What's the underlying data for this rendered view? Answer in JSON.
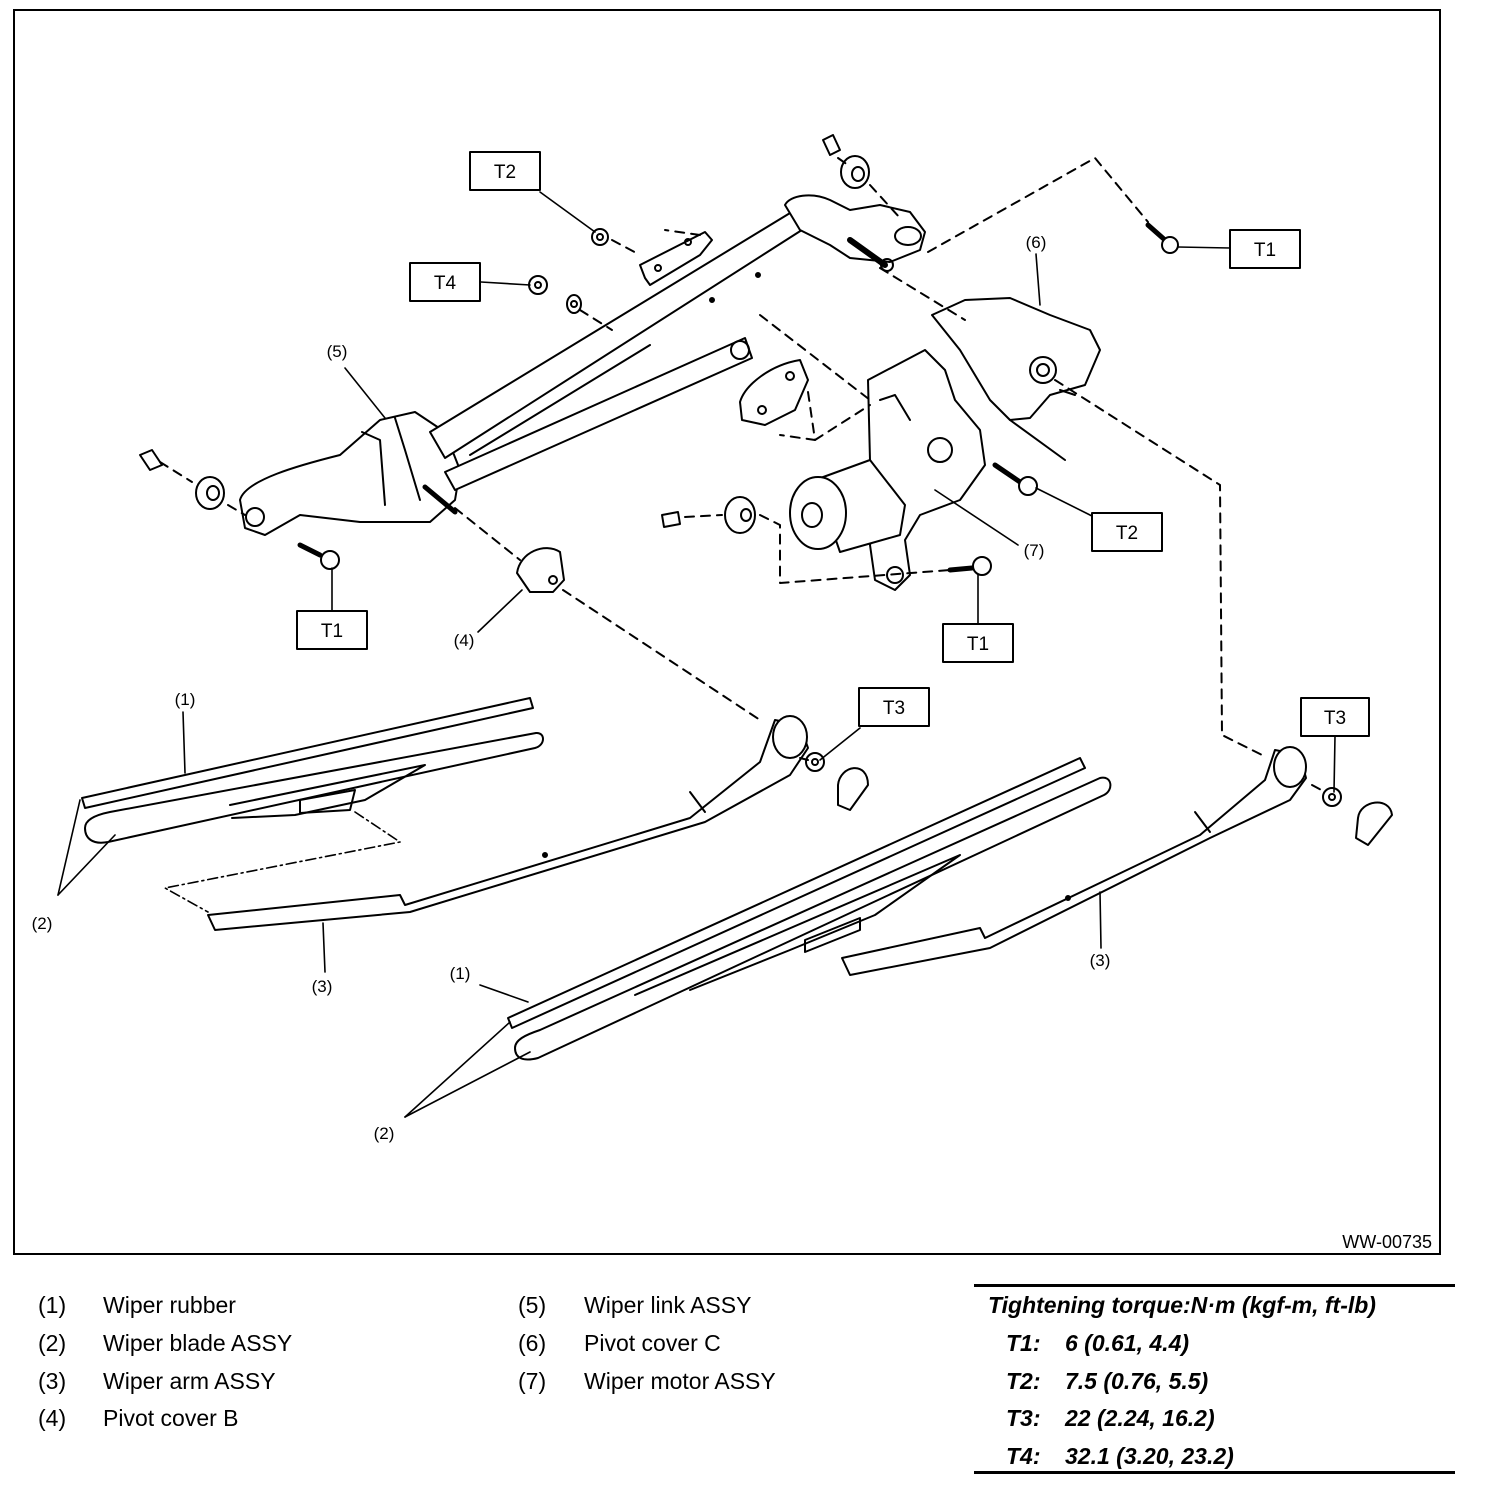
{
  "figure_code": "WW-00735",
  "callouts": {
    "c1": "(1)",
    "c2": "(2)",
    "c3": "(3)",
    "c4": "(4)",
    "c5": "(5)",
    "c6": "(6)",
    "c7": "(7)"
  },
  "torque_tags": {
    "t1": "T1",
    "t2": "T2",
    "t3": "T3",
    "t4": "T4"
  },
  "legend": {
    "items": [
      {
        "num": "(1)",
        "label": "Wiper rubber"
      },
      {
        "num": "(2)",
        "label": "Wiper blade ASSY"
      },
      {
        "num": "(3)",
        "label": "Wiper arm ASSY"
      },
      {
        "num": "(4)",
        "label": "Pivot cover B"
      },
      {
        "num": "(5)",
        "label": "Wiper link ASSY"
      },
      {
        "num": "(6)",
        "label": "Pivot cover C"
      },
      {
        "num": "(7)",
        "label": "Wiper motor ASSY"
      }
    ]
  },
  "torque": {
    "title": "Tightening torque:N·m (kgf-m, ft-lb)",
    "rows": [
      {
        "code": "T1:",
        "value": "6 (0.61, 4.4)"
      },
      {
        "code": "T2:",
        "value": "7.5 (0.76, 5.5)"
      },
      {
        "code": "T3:",
        "value": "22 (2.24, 16.2)"
      },
      {
        "code": "T4:",
        "value": "32.1 (3.20, 23.2)"
      }
    ]
  }
}
